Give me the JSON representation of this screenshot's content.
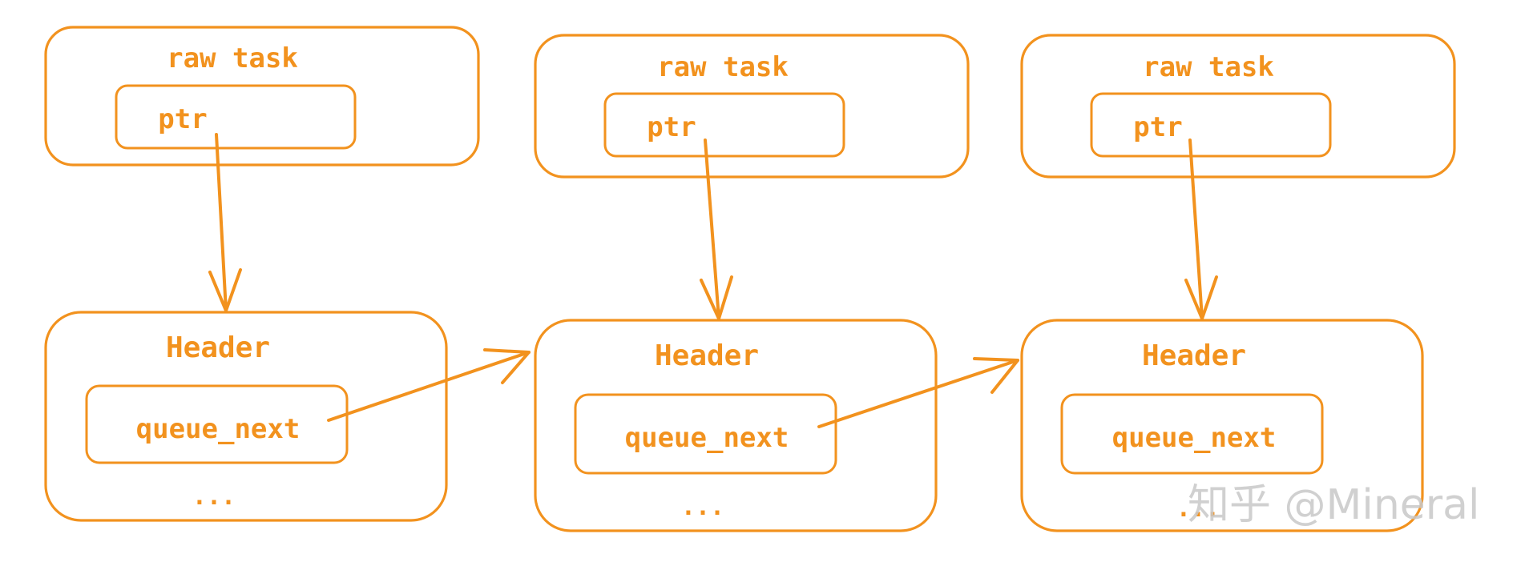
{
  "colors": {
    "stroke": "#F2921E",
    "watermark": "#c8c8c8",
    "background": "#ffffff"
  },
  "diagram": {
    "columns": [
      {
        "raw_task_label": "raw task",
        "ptr_label": "ptr",
        "header_label": "Header",
        "queue_next_label": "queue_next",
        "ellipsis": "..."
      },
      {
        "raw_task_label": "raw task",
        "ptr_label": "ptr",
        "header_label": "Header",
        "queue_next_label": "queue_next",
        "ellipsis": "..."
      },
      {
        "raw_task_label": "raw task",
        "ptr_label": "ptr",
        "header_label": "Header",
        "queue_next_label": "queue_next",
        "ellipsis": "..."
      }
    ]
  },
  "watermark": {
    "text": "知乎 @Mineral"
  }
}
